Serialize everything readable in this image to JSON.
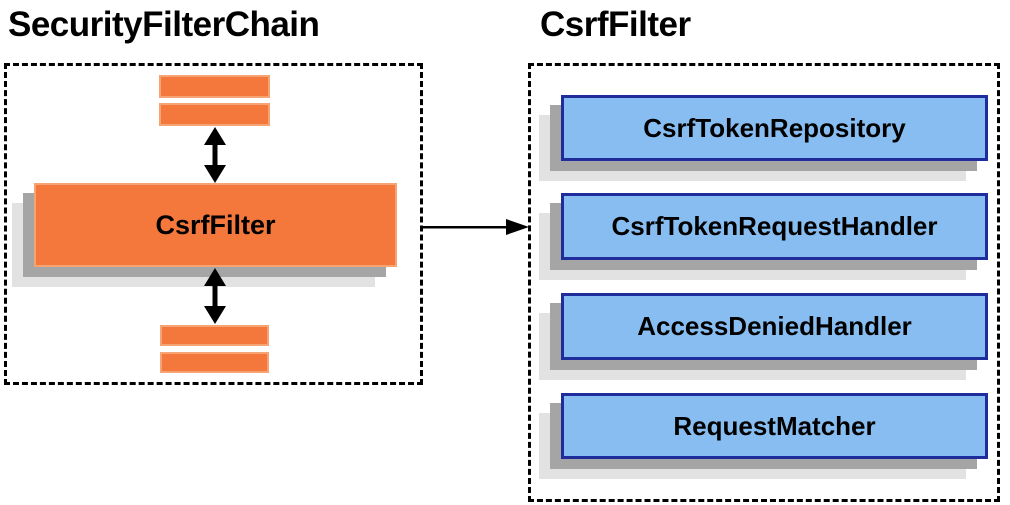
{
  "left_panel": {
    "title": "SecurityFilterChain",
    "filter_label": "CsrfFilter"
  },
  "right_panel": {
    "title": "CsrfFilter",
    "components": [
      "CsrfTokenRepository",
      "CsrfTokenRequestHandler",
      "AccessDeniedHandler",
      "RequestMatcher"
    ]
  },
  "colors": {
    "orange_fill": "#F4773B",
    "orange_border": "#F7A474",
    "blue_fill": "#87BDF1",
    "blue_border": "#1F2C9C",
    "shadow_medium": "#A5A5A5",
    "shadow_light": "#E2E2E2",
    "dashed_border": "#000000",
    "arrow": "#000000"
  }
}
